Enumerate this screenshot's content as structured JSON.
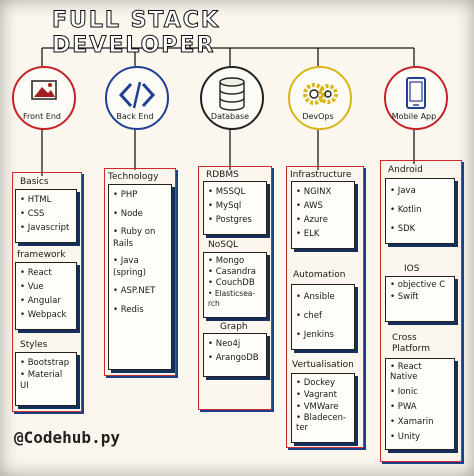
{
  "title": "Full Stack Developer",
  "footer": "@Codehub.py",
  "categories": [
    {
      "label": "Front End",
      "icon": "image-icon",
      "ring": "#c5222a"
    },
    {
      "label": "Back End",
      "icon": "code-icon",
      "ring": "#1f3f94"
    },
    {
      "label": "Database",
      "icon": "database-icon",
      "ring": "#1a1a1a"
    },
    {
      "label": "DevOps",
      "icon": "gears-icon",
      "ring": "#d9b519"
    },
    {
      "label": "Mobile App",
      "icon": "phone-icon",
      "ring": "#c5222a"
    }
  ],
  "frontend": {
    "basics": {
      "title": "Basics",
      "items": [
        "HTML",
        "CSS",
        "Javascript"
      ]
    },
    "framework": {
      "title": "framework",
      "items": [
        "React",
        "Vue",
        "Angular",
        "Webpack"
      ]
    },
    "styles": {
      "title": "Styles",
      "items": [
        "Bootstrap",
        "Material UI"
      ]
    }
  },
  "backend": {
    "technology": {
      "title": "Technology",
      "items": [
        "PHP",
        "Node",
        "Ruby on Rails",
        "Java (spring)",
        "ASP.NET",
        "Redis"
      ]
    }
  },
  "database": {
    "rdbms": {
      "title": "RDBMS",
      "items": [
        "MSSQL",
        "MySql",
        "Postgres"
      ]
    },
    "nosql": {
      "title": "NoSQL",
      "items": [
        "Mongo",
        "Casandra",
        "CouchDB",
        "Elasticsea-rch"
      ]
    },
    "graph": {
      "title": "Graph",
      "items": [
        "Neo4j",
        "ArangoDB"
      ]
    }
  },
  "devops": {
    "infrastructure": {
      "title": "Infrastructure",
      "items": [
        "NGINX",
        "AWS",
        "Azure",
        "ELK"
      ]
    },
    "automation": {
      "title": "Automation",
      "items": [
        "Ansible",
        "chef",
        "Jenkins"
      ]
    },
    "virtualisation": {
      "title": "Vertualisation",
      "items": [
        "Dockey",
        "Vagrant",
        "VMWare",
        "Bladecen-ter"
      ]
    }
  },
  "mobile": {
    "android": {
      "title": "Android",
      "items": [
        "Java",
        "Kotlin",
        "SDK"
      ]
    },
    "ios": {
      "title": "IOS",
      "items": [
        "objective C",
        "Swift"
      ]
    },
    "cross": {
      "title": "Cross Platform",
      "items": [
        "React Native",
        "Ionic",
        "PWA",
        "Xamarin",
        "Unity"
      ]
    }
  }
}
